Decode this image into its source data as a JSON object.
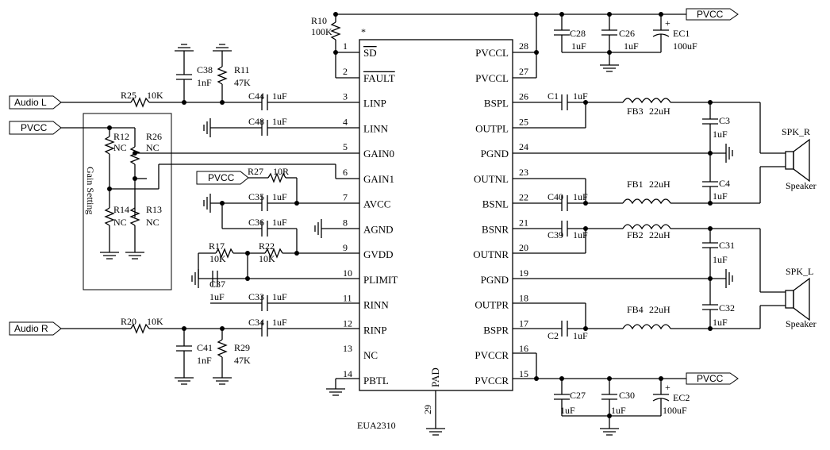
{
  "ic": {
    "part": "EUA2310",
    "star": "*",
    "pad_label": "PAD",
    "pad_number": "29",
    "left_pins": [
      {
        "num": "1",
        "name": "SD",
        "overbar": true
      },
      {
        "num": "2",
        "name": "FAULT",
        "overbar": true
      },
      {
        "num": "3",
        "name": "LINP"
      },
      {
        "num": "4",
        "name": "LINN"
      },
      {
        "num": "5",
        "name": "GAIN0"
      },
      {
        "num": "6",
        "name": "GAIN1"
      },
      {
        "num": "7",
        "name": "AVCC"
      },
      {
        "num": "8",
        "name": "AGND"
      },
      {
        "num": "9",
        "name": "GVDD"
      },
      {
        "num": "10",
        "name": "PLIMIT"
      },
      {
        "num": "11",
        "name": "RINN"
      },
      {
        "num": "12",
        "name": "RINP"
      },
      {
        "num": "13",
        "name": "NC"
      },
      {
        "num": "14",
        "name": "PBTL"
      }
    ],
    "right_pins": [
      {
        "num": "28",
        "name": "PVCCL"
      },
      {
        "num": "27",
        "name": "PVCCL"
      },
      {
        "num": "26",
        "name": "BSPL"
      },
      {
        "num": "25",
        "name": "OUTPL"
      },
      {
        "num": "24",
        "name": "PGND"
      },
      {
        "num": "23",
        "name": "OUTNL"
      },
      {
        "num": "22",
        "name": "BSNL"
      },
      {
        "num": "21",
        "name": "BSNR"
      },
      {
        "num": "20",
        "name": "OUTNR"
      },
      {
        "num": "19",
        "name": "PGND"
      },
      {
        "num": "18",
        "name": "OUTPR"
      },
      {
        "num": "17",
        "name": "BSPR"
      },
      {
        "num": "16",
        "name": "PVCCR"
      },
      {
        "num": "15",
        "name": "PVCCR"
      }
    ]
  },
  "ports": {
    "audio_l": "Audio L",
    "audio_r": "Audio R",
    "pvcc_left": "PVCC",
    "pvcc_avcc": "PVCC",
    "pvcc_top": "PVCC",
    "pvcc_bottom": "PVCC"
  },
  "components": {
    "R10": {
      "ref": "R10",
      "value": "100K"
    },
    "R25": {
      "ref": "R25",
      "value": "10K"
    },
    "R20": {
      "ref": "R20",
      "value": "10K"
    },
    "C38": {
      "ref": "C38",
      "value": "1nF"
    },
    "R11": {
      "ref": "R11",
      "value": "47K"
    },
    "C41": {
      "ref": "C41",
      "value": "1nF"
    },
    "R29": {
      "ref": "R29",
      "value": "47K"
    },
    "C44": {
      "ref": "C44",
      "value": "1uF"
    },
    "C48": {
      "ref": "C48",
      "value": "1uF"
    },
    "C35": {
      "ref": "C35",
      "value": "1uF"
    },
    "C36": {
      "ref": "C36",
      "value": "1uF"
    },
    "C33": {
      "ref": "C33",
      "value": "1uF"
    },
    "C34": {
      "ref": "C34",
      "value": "1uF"
    },
    "C37": {
      "ref": "C37",
      "value": "1uF"
    },
    "R27": {
      "ref": "R27",
      "value": "10R"
    },
    "R17": {
      "ref": "R17",
      "value": "10K"
    },
    "R22": {
      "ref": "R22",
      "value": "10K"
    },
    "R12": {
      "ref": "R12",
      "value": "NC"
    },
    "R26": {
      "ref": "R26",
      "value": "NC"
    },
    "R14": {
      "ref": "R14",
      "value": "NC"
    },
    "R13": {
      "ref": "R13",
      "value": "NC"
    },
    "C28": {
      "ref": "C28",
      "value": "1uF"
    },
    "C26": {
      "ref": "C26",
      "value": "1uF"
    },
    "EC1": {
      "ref": "EC1",
      "value": "100uF"
    },
    "C27": {
      "ref": "C27",
      "value": "1uF"
    },
    "C30": {
      "ref": "C30",
      "value": "1uF"
    },
    "EC2": {
      "ref": "EC2",
      "value": "100uF"
    },
    "C1": {
      "ref": "C1",
      "value": "1uF"
    },
    "C40": {
      "ref": "C40",
      "value": "1uF"
    },
    "C39": {
      "ref": "C39",
      "value": "1uF"
    },
    "C2": {
      "ref": "C2",
      "value": "1uF"
    },
    "FB3": {
      "ref": "FB3",
      "value": "22uH"
    },
    "FB1": {
      "ref": "FB1",
      "value": "22uH"
    },
    "FB2": {
      "ref": "FB2",
      "value": "22uH"
    },
    "FB4": {
      "ref": "FB4",
      "value": "22uH"
    },
    "C3": {
      "ref": "C3",
      "value": "1uF"
    },
    "C4": {
      "ref": "C4",
      "value": "1uF"
    },
    "C31": {
      "ref": "C31",
      "value": "1uF"
    },
    "C32": {
      "ref": "C32",
      "value": "1uF"
    }
  },
  "gain_box": {
    "title": "Gain Setting"
  },
  "speakers": {
    "spk_r": {
      "ref": "SPK_R",
      "label": "Speaker"
    },
    "spk_l": {
      "ref": "SPK_L",
      "label": "Speaker"
    }
  }
}
